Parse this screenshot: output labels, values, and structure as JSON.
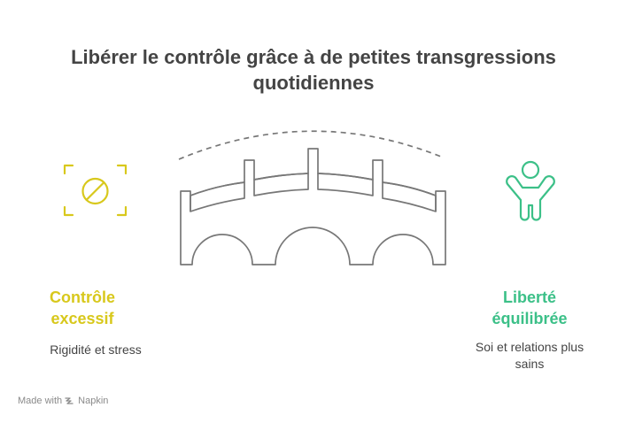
{
  "title": "Libérer le contrôle grâce à de petites transgressions quotidiennes",
  "left": {
    "heading": "Contrôle excessif",
    "description": "Rigidité et stress",
    "icon": "no-entry-icon",
    "color": "#d8c81c"
  },
  "right": {
    "heading": "Liberté équilibrée",
    "description": "Soi et relations plus sains",
    "icon": "person-arms-raised-icon",
    "color": "#3cc088"
  },
  "center": {
    "icon": "bridge-icon"
  },
  "footer": {
    "made_with": "Made with",
    "brand": "Napkin"
  }
}
